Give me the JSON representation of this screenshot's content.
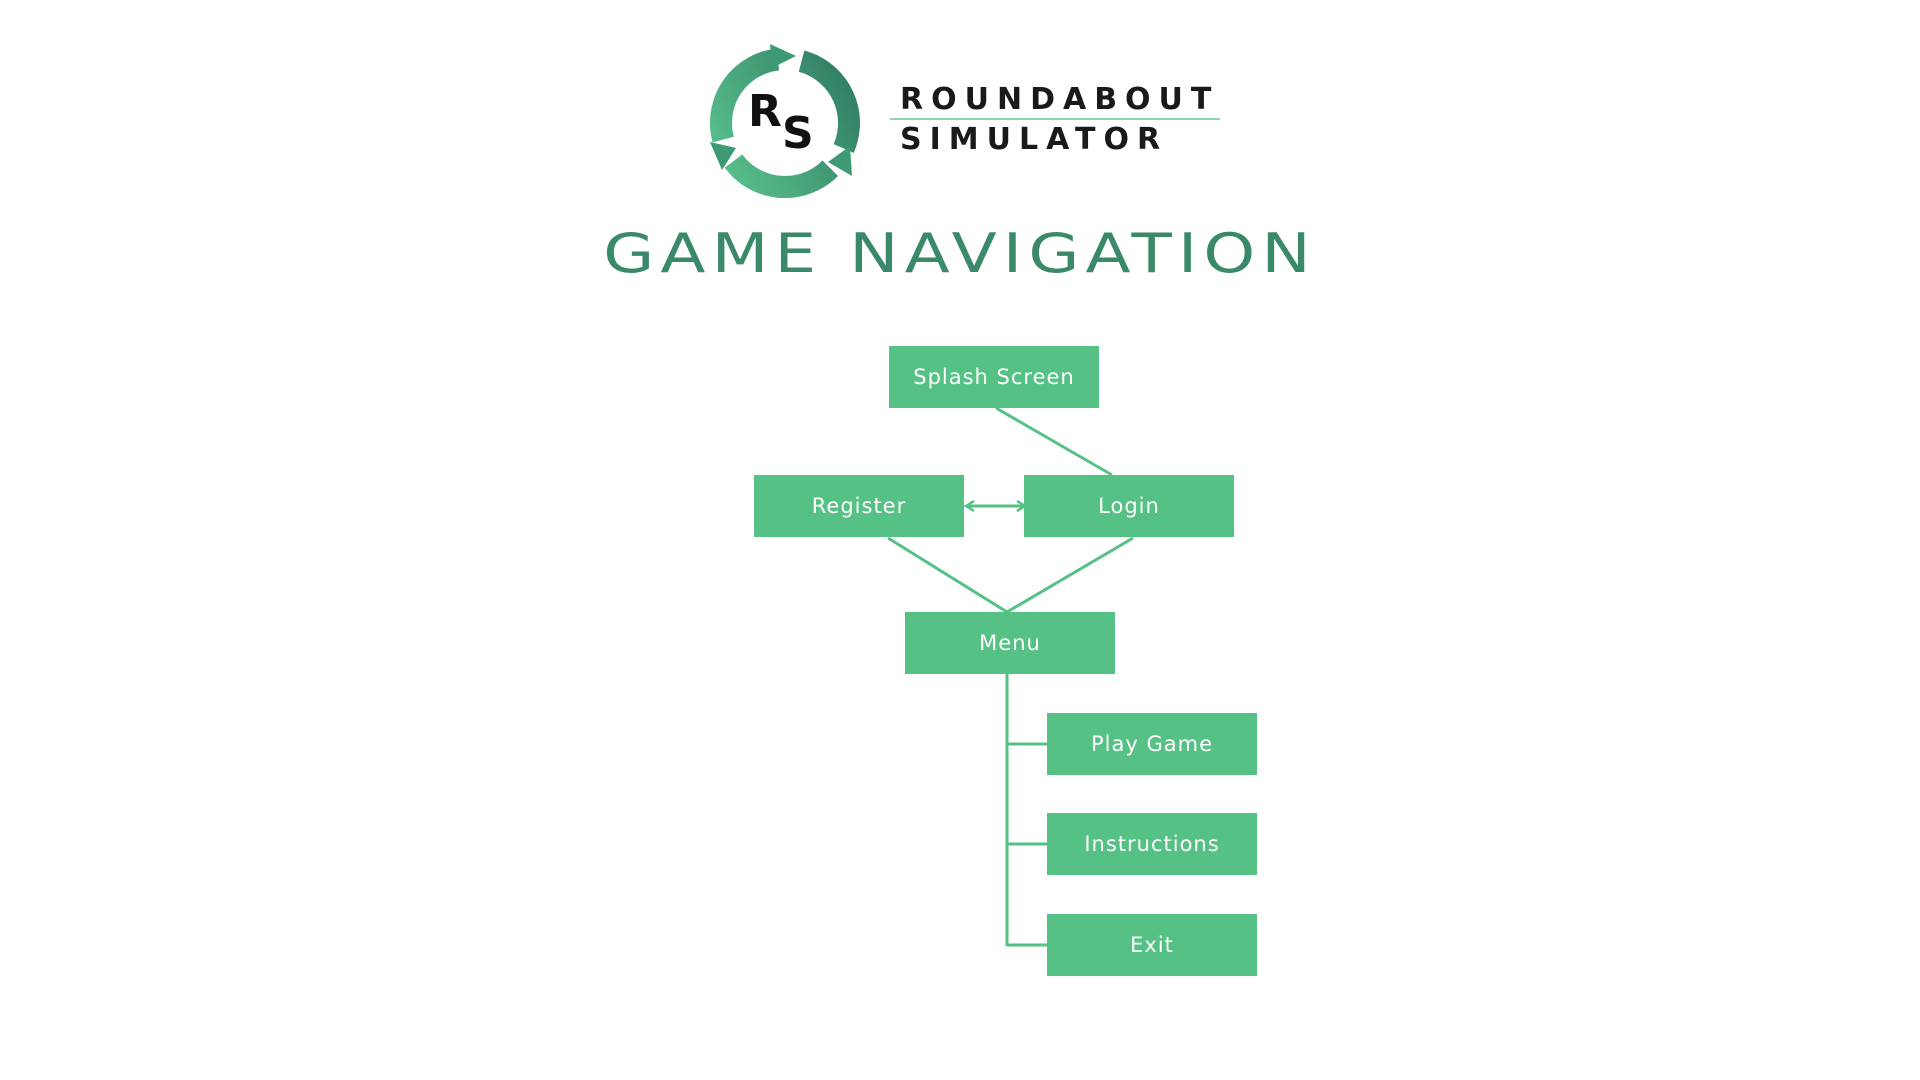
{
  "brand": {
    "line1": "ROUNDABOUT",
    "line2": "SIMULATOR",
    "monogram_r": "R",
    "monogram_s": "S"
  },
  "title": "GAME NAVIGATION",
  "colors": {
    "node_fill": "#55c184",
    "node_text": "#ffffff",
    "connector": "#55c184",
    "title": "#3a8a6a",
    "logo_green": "#2e8b6b"
  },
  "nodes": {
    "splash": "Splash Screen",
    "register": "Register",
    "login": "Login",
    "menu": "Menu",
    "play": "Play Game",
    "instructions": "Instructions",
    "exit": "Exit"
  },
  "edges": [
    {
      "from": "Splash Screen",
      "to": "Login"
    },
    {
      "from": "Register",
      "to": "Login",
      "bidirectional": true
    },
    {
      "from": "Register",
      "to": "Menu"
    },
    {
      "from": "Login",
      "to": "Menu"
    },
    {
      "from": "Menu",
      "to": "Play Game"
    },
    {
      "from": "Menu",
      "to": "Instructions"
    },
    {
      "from": "Menu",
      "to": "Exit"
    }
  ]
}
